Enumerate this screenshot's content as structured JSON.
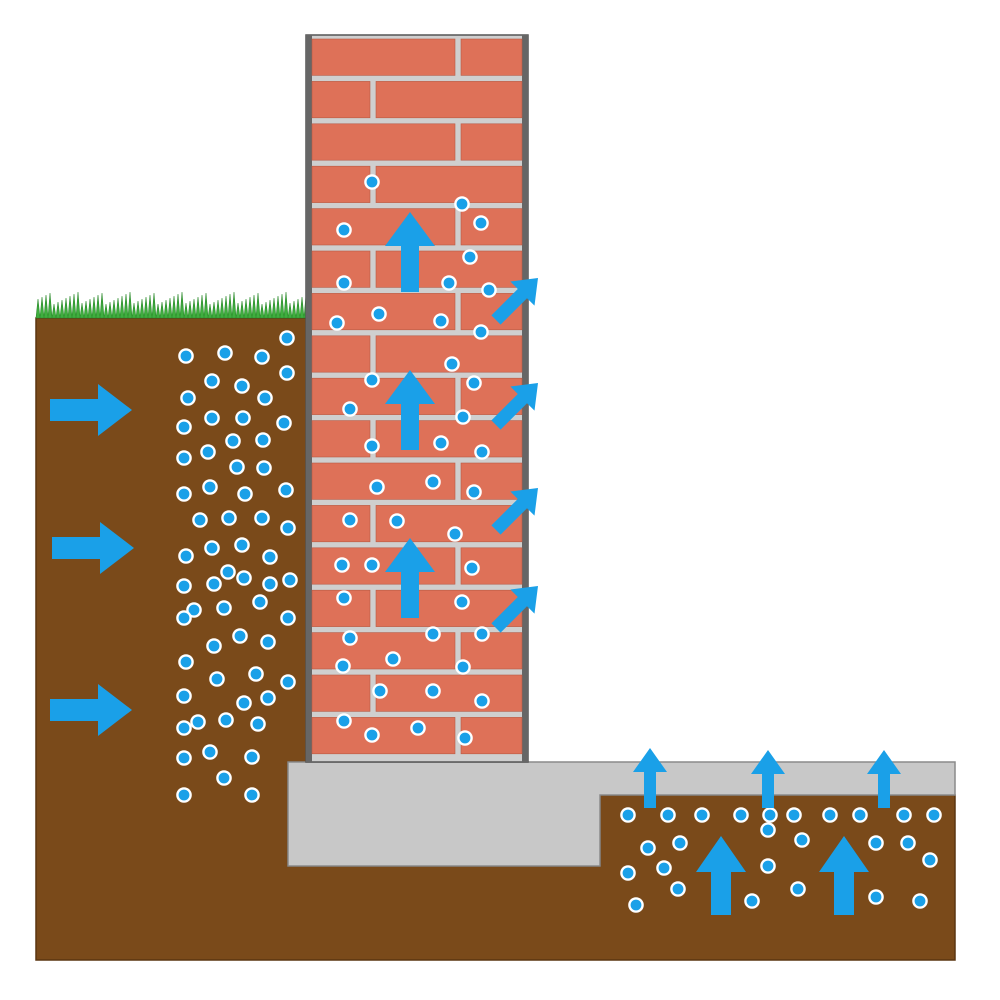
{
  "diagram": {
    "subject": "",
    "colors": {
      "soil": "#7a4a1a",
      "soil_edge": "#5a3510",
      "brick": "#de7158",
      "mortar": "#cfcfcf",
      "wall_edge": "#555555",
      "concrete": "#c8c8c8",
      "concrete_edge": "#8a8a8a",
      "grass": "#3fae3f",
      "grass_dark": "#2a8a2a",
      "moisture": "#1aa0e8",
      "drop_stroke": "#ffffff",
      "background": "#ffffff"
    },
    "icons": {
      "moisture_drop": "moisture-drop-icon",
      "arrow_up": "arrow-up-icon",
      "arrow_right": "arrow-right-icon",
      "arrow_diagonal": "arrow-up-right-icon"
    },
    "elements": [
      "soil-left",
      "soil-right",
      "grass-strip",
      "concrete-slab",
      "brick-wall",
      "lateral-moisture-arrows",
      "rising-damp-arrows",
      "evaporation-arrows",
      "slab-moisture-arrows",
      "moisture-drops"
    ]
  }
}
